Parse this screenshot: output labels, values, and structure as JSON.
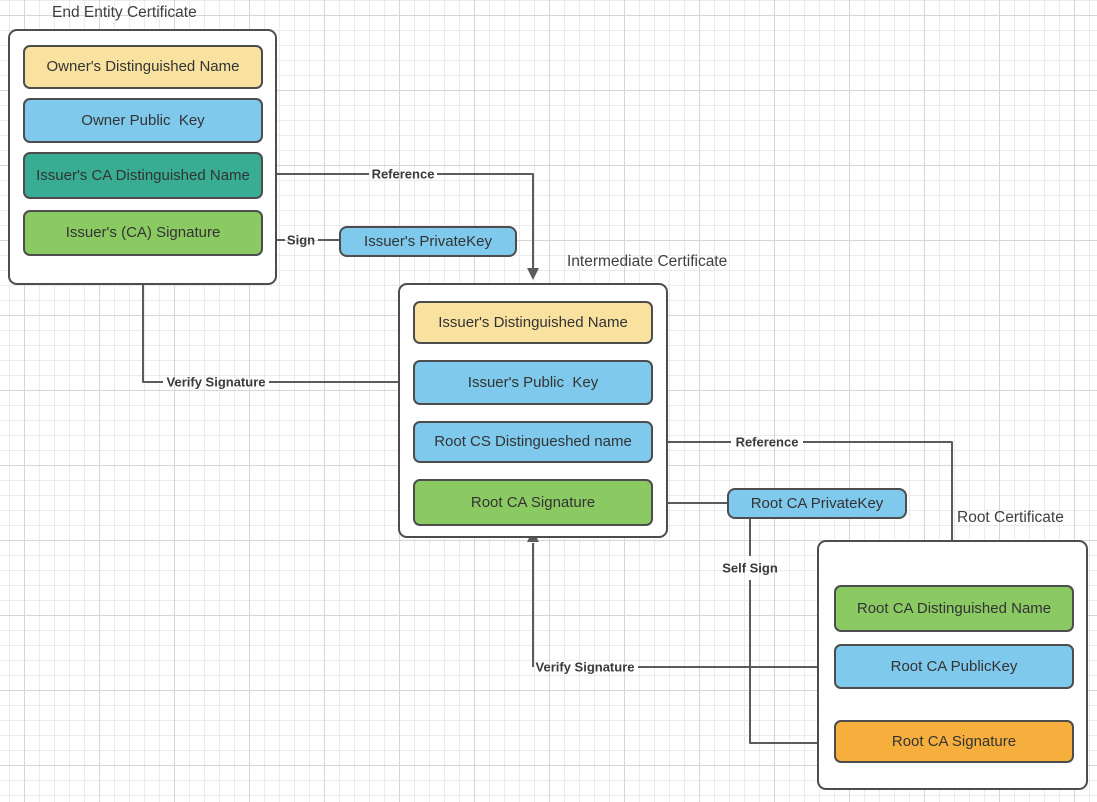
{
  "colors": {
    "yellow": "#F9E2A0",
    "blue": "#7FC9EC",
    "teal": "#38AD94",
    "green": "#8BCA63",
    "orange": "#F6AF3C",
    "box_border": "#4D4D4D",
    "connector": "#5B5B5B",
    "text": "#333333"
  },
  "certificates": [
    {
      "title": "End Entity Certificate",
      "fields": [
        {
          "label": "Owner's Distinguished Name",
          "color": "#F9E2A0"
        },
        {
          "label": "Owner Public  Key",
          "color": "#7FC9EC"
        },
        {
          "label": "Issuer's CA Distinguished Name",
          "color": "#38AD94"
        },
        {
          "label": "Issuer's (CA) Signature",
          "color": "#8BCA63"
        }
      ]
    },
    {
      "title": "Intermediate Certificate",
      "fields": [
        {
          "label": "Issuer's Distinguished Name",
          "color": "#F9E2A0"
        },
        {
          "label": "Issuer's Public  Key",
          "color": "#7FC9EC"
        },
        {
          "label": "Root CS Distingueshed name",
          "color": "#7FC9EC"
        },
        {
          "label": "Root CA Signature",
          "color": "#8BCA63"
        }
      ]
    },
    {
      "title": "Root Certificate",
      "fields": [
        {
          "label": "Root CA Distinguished Name",
          "color": "#8BCA63"
        },
        {
          "label": "Root CA PublicKey",
          "color": "#7FC9EC"
        },
        {
          "label": "Root CA Signature",
          "color": "#F6AF3C"
        }
      ]
    }
  ],
  "keys": [
    {
      "label": "Issuer's PrivateKey",
      "color": "#7FC9EC"
    },
    {
      "label": "Root CA PrivateKey",
      "color": "#7FC9EC"
    }
  ],
  "edge_labels": {
    "reference1": "Reference",
    "sign": "Sign",
    "verify_signature1": "Verify Signature",
    "reference2": "Reference",
    "self_sign": "Self Sign",
    "verify_signature2": "Verify Signature"
  }
}
